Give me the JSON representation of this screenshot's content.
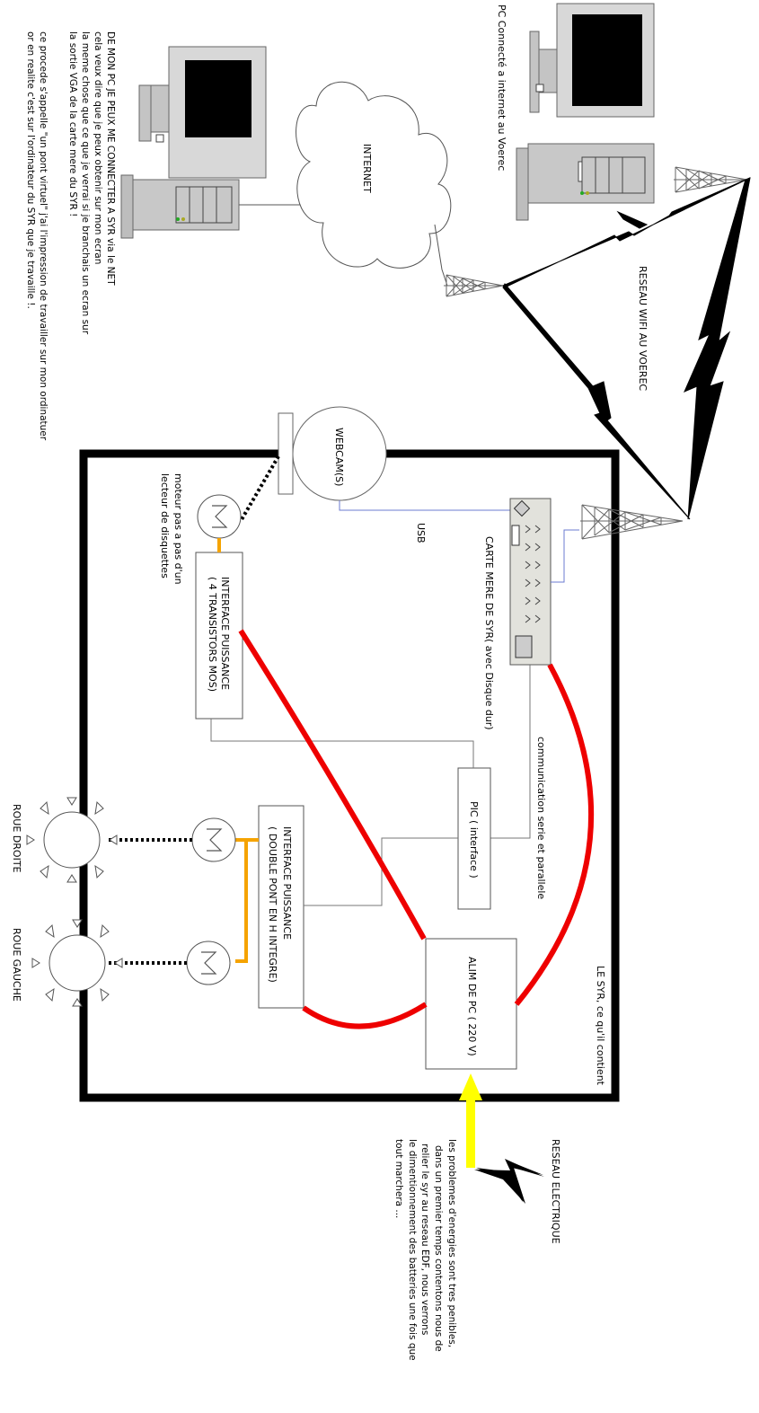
{
  "labels": {
    "pc_internet": "PC Connecté a internet au Voerec",
    "internet": "INTERNET",
    "wifi": "RESEAU WIFI AU VOEREC",
    "webcam": "WEBCAM(S)",
    "usb": "USB",
    "carte_mere": "CARTE MERE DE SYR( avec Disque dur)",
    "comm": "communication serie et parallele",
    "pic": "PIC ( interface )",
    "moteur_pas": [
      "moteur pas a pas d'un",
      "lecteur de disquettes"
    ],
    "interface_mos": [
      "INTERFACE PUISSANCE",
      "( 4 TRANSISTORS MOS)"
    ],
    "interface_h": [
      "INTERFACE PUISSANCE",
      "( DOUBLE PONT EN H INTEGRE)"
    ],
    "alim": "ALIM DE PC ( 220 V)",
    "le_syr": "LE SYR, ce qu'il contient",
    "roue_droite": "ROUE DROITE",
    "roue_gauche": "ROUE GAUCHE",
    "reseau_electrique": "RESEAU ELECTRIQUE",
    "energie_note": [
      "les problemes d'energies sont tres penibles,",
      "dans un premier temps contentons nous de",
      "relier le syr au reseau EDF, nous verrons",
      "le dimentionnement des batteries une fois que",
      "tout marchera ..."
    ],
    "note_left": [
      "DE MON PC JE PEUX ME CONNECTER A SYR via le NET",
      "cela veux dire que je peux obtenir sur mon ecran",
      "la meme chose que ce que je verrai si je branchais un ecran sur",
      "la sortie VGA de la carte mere du SYR !"
    ],
    "note_left2": [
      "ce procede s'appelle \"un pont virtuel\" j'ai l'impression de travailler sur mon ordinatuer",
      "or en realite c'est sur l'ordinateur du SYR que je travaille !."
    ]
  },
  "colors": {
    "power_cable": "#ee0000",
    "motor_cable": "#f5a300",
    "mains_arrow": "#ffff00",
    "signal_line": "#6b7bd1",
    "frame": "#000000"
  }
}
